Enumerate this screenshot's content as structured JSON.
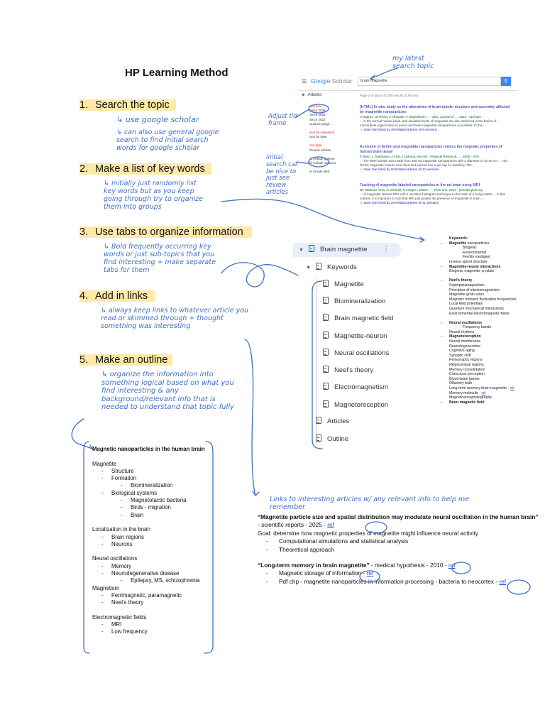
{
  "title": "HP Learning Method",
  "steps": [
    {
      "num": "1.",
      "label": "Search the topic"
    },
    {
      "num": "2.",
      "label": "Make a list of key words"
    },
    {
      "num": "3.",
      "label": "Use tabs to organize information"
    },
    {
      "num": "4.",
      "label": "Add in links"
    },
    {
      "num": "5.",
      "label": "Make an outline"
    }
  ],
  "notes": {
    "google_scholar": "use google scholar",
    "general_search": "can also use general google search to find initial search words for google scholar",
    "keywords_note": "initially just randomly list key words but as you keep going through try to organize them into groups",
    "tabs_note": "Bold frequently occurring key words or just sub-topics that you find interesting + make separate tabs for them",
    "links_note": "always keep links to whatever article you read or skimmed through + thought something was interesting",
    "outline_note": "organize the information into something logical based on what you find interesting & any background/relevant info that is needed to understand that topic fully",
    "latest_topic": "my latest search topic",
    "adjust_time": "Adjust time frame",
    "initial_search": "initial search can be nice to just see review articles",
    "links_interesting": "Links to interesting articles w/ any relevant info to help me remember"
  },
  "scholar": {
    "logo_google": "Google",
    "logo_scholar": "Scholar",
    "query": "brain magnetite",
    "articles": "Articles",
    "count": "Page 2 of about 42,400 results (0.06 sec)",
    "side": [
      "Any time",
      "Since 2026",
      "Since 2025",
      "Since 2022",
      "Custom range...",
      "",
      "Sort by relevance",
      "Sort by date",
      "",
      "Any type",
      "Review articles",
      "",
      "include patents",
      "include citations",
      "",
      "Create alert"
    ],
    "results": [
      {
        "title": "[HTML] In vitro study on the alterations of brain tubulin structure and assembly affected by magnetite nanoparticles",
        "authors": "A Dadras, GH Riazi, A Afrasiabi, A Naghshineh ... - JBIC Journal of ..., 2013 - Springer",
        "snippet": "... in the normal human brain, and elevated levels of magnetite are also observed in the brains of ... microtubule organization in axons and brain magnetite nanoparticles is possible. In this ...",
        "links": "Save  Cite  Cited by 48  Related articles  All 8 versions"
      },
      {
        "title": "A mixture of ferritin and magnetite nanoparticles mimics the magnetic properties of human brain tissue",
        "authors": "F Brem, L Tiefenauer, A Fink, J Dobson, AM Hirt - Physical Review B, ..., 2006 - APS",
        "snippet": "... The MNP sample was made from 300 mg magnetite nanoparticles with a diameter of 10-20 nm ... The ferritin-magnetite mixture was dried and packed into a gel cap for handling. The ...",
        "links": "Save  Cite  Cited by 60  Related articles  All 12 versions"
      },
      {
        "title": "Tracking of magnetite labeled nanoparticles in the rat brain using MRI",
        "authors": "NF Martinez Vera, R Schmidt, K Langer, I Zlatev ... - PloS one, 2014 - journals.plos.org",
        "snippet": "... of magnetite labeled NPs with a sensitive histogram technique in the brain of a living rodent ... In this context, it is important to note that MRI just probes the presence of magnetite in brain ...",
        "links": "Save  Cite  Cited by 20  Related articles  All 11 versions"
      }
    ]
  },
  "tabs": {
    "root": "Brain magnetite",
    "keywords": "Keywords",
    "children": [
      "Magnetite",
      "Biomineralization",
      "Brain magnetic field",
      "Magnetite-neuron",
      "Neural oscillations",
      "Neel's theory",
      "Electromagnetism",
      "Magnetoreception"
    ],
    "articles": "Articles",
    "outline": "Outline"
  },
  "keywords": {
    "header": "Keywords:",
    "lines": [
      {
        "t": "Magnetite nanoparticles",
        "bold_part": "Magnetite",
        "indent": 0,
        "arrow": true
      },
      {
        "t": "Biogenic",
        "indent": 1
      },
      {
        "t": "Environmental",
        "indent": 1
      },
      {
        "t": "Ferritin mediated",
        "indent": 1
      },
      {
        "t": "Inverse spinel structure",
        "indent": 0
      },
      {
        "t": "Magnetite-neural interactions",
        "bold": true,
        "indent": 0,
        "arrow": true
      },
      {
        "t": "Biogenic magnetite crystals",
        "indent": 0
      },
      {
        "t": "",
        "indent": 0
      },
      {
        "t": "Neel's theory",
        "bold": true,
        "indent": 0,
        "arrow": true
      },
      {
        "t": "Superparamagnetism",
        "indent": 0
      },
      {
        "t": "Principles of electromagnetism",
        "indent": 0
      },
      {
        "t": "Magnetite grain sizes",
        "indent": 0
      },
      {
        "t": "Magnetic moment fluctuation frequencies",
        "indent": 0
      },
      {
        "t": "Local field potentials",
        "indent": 0
      },
      {
        "t": "Quantum mechanical interactions",
        "indent": 0
      },
      {
        "t": "Environmental electromagnetic fields",
        "indent": 0
      },
      {
        "t": "",
        "indent": 0
      },
      {
        "t": "Neural oscillations",
        "bold": true,
        "indent": 0,
        "arrow": true
      },
      {
        "t": "Frequency bands",
        "indent": 1
      },
      {
        "t": "Neural rhythms",
        "indent": 0
      },
      {
        "t": "Magnetoreception",
        "bold": true,
        "indent": 0,
        "arrow": true
      },
      {
        "t": "Neural membranes",
        "indent": 0
      },
      {
        "t": "Neurodegenerative",
        "indent": 0
      },
      {
        "t": "Cognitive aging",
        "indent": 0
      },
      {
        "t": "Synaptic cleft",
        "indent": 0
      },
      {
        "t": "Perisynaptic regions",
        "indent": 0
      },
      {
        "t": "Hippocampal regions",
        "indent": 0
      },
      {
        "t": "Memory consolidation",
        "indent": 0
      },
      {
        "t": "Conscious perception",
        "indent": 0
      },
      {
        "t": "Blood-brain barrier",
        "indent": 0
      },
      {
        "t": "Olfactory bulb",
        "indent": 0
      },
      {
        "t": "Long-term memory brain magnetite - ",
        "ref": "ref",
        "indent": 0
      },
      {
        "t": "Memory molecule - ",
        "ref": "ref",
        "indent": 0
      },
      {
        "t": "Magnetoencephalography",
        "indent": 0
      },
      {
        "t": "Brain magnetic field",
        "bold": true,
        "indent": 0,
        "arrow": true
      }
    ]
  },
  "outline": {
    "title": "Magnetic nanoparticles in the human brain",
    "lines": [
      {
        "t": "",
        "lvl": 0
      },
      {
        "t": "Magnetite",
        "lvl": 0
      },
      {
        "t": "Structure",
        "lvl": 1
      },
      {
        "t": "Formation",
        "lvl": 1
      },
      {
        "t": "Biomineralization",
        "lvl": 2
      },
      {
        "t": "Biological systems",
        "lvl": 1
      },
      {
        "t": "Magnetotactic bacteria",
        "lvl": 2
      },
      {
        "t": "Birds - migration",
        "lvl": 2
      },
      {
        "t": "Brain",
        "lvl": 2
      },
      {
        "t": "",
        "lvl": 0
      },
      {
        "t": "Localization in the brain",
        "lvl": 0
      },
      {
        "t": "Brain regions",
        "lvl": 1
      },
      {
        "t": "Neurons",
        "lvl": 1
      },
      {
        "t": "",
        "lvl": 0
      },
      {
        "t": "Neural oscillations",
        "lvl": 0
      },
      {
        "t": "Memory",
        "lvl": 1
      },
      {
        "t": "Neurodegenerative disease",
        "lvl": 1
      },
      {
        "t": "Epilepsy, MS, schizophrenia",
        "lvl": 2
      },
      {
        "t": "Magnetism",
        "lvl": 0
      },
      {
        "t": "Ferrimagnetic, paramagnetic",
        "lvl": 1
      },
      {
        "t": "Neel's theory",
        "lvl": 1
      },
      {
        "t": "",
        "lvl": 0
      },
      {
        "t": "Electromagnetic fields",
        "lvl": 0
      },
      {
        "t": "MRI",
        "lvl": 1
      },
      {
        "t": "Low frequency",
        "lvl": 1
      }
    ]
  },
  "refs": {
    "ref1_title": "“Magnetite particle size and spatial distribution may modulate neural oscillation in the human brain”",
    "ref1_src": " - scientific reports - 2025 - ",
    "ref_link": "ref",
    "ref1_goal": "Goal: determine how magnetic properties of magnetite might influence neural activity",
    "ref1_items": [
      "Computational simulations and statistical analysis",
      "Theoretical approach"
    ],
    "ref2_title": "“Long-term memory in brain magnetite”",
    "ref2_src": " - medical hypothesis - 2010 - ",
    "ref2_item1": "Magnetic storage of information - ",
    "ref2_item2": "Pdf chp - magnetite nanoparticles in information processing - bacteria to neocortex - "
  },
  "colors": {
    "ink": "#3f6fc7",
    "highlight": "#fde9a8",
    "link": "#1a56c9",
    "tab_selected": "#e8eefc"
  }
}
